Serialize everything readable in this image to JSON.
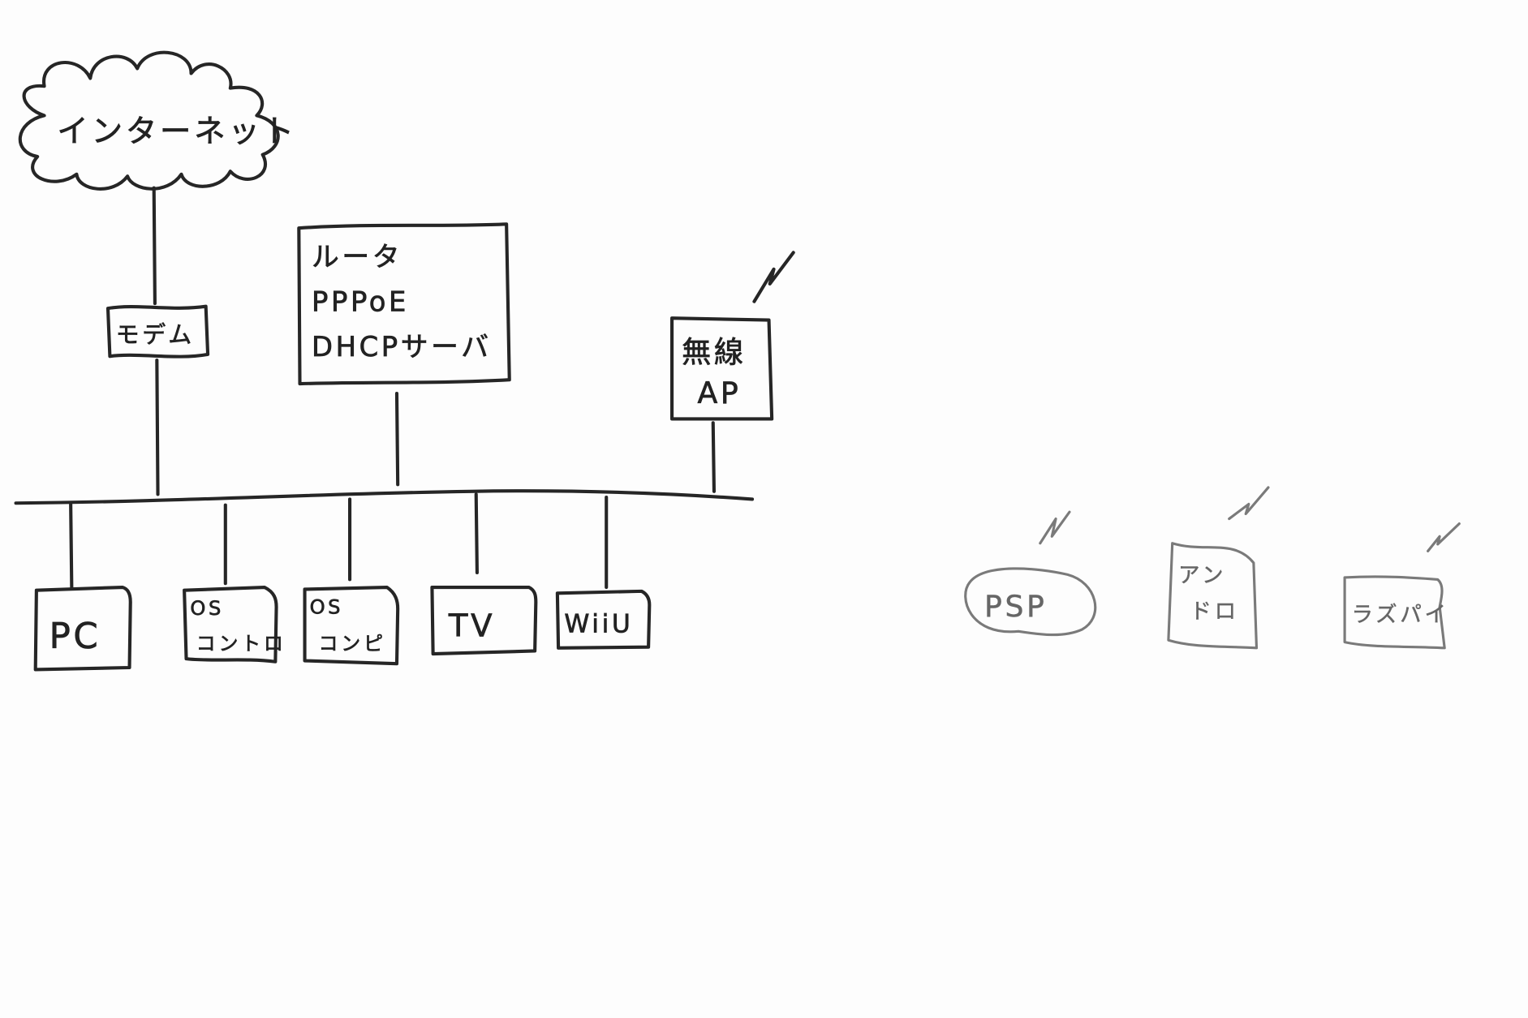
{
  "diagram": {
    "internet": {
      "label": "インターネット"
    },
    "modem": {
      "label": "モデム"
    },
    "router": {
      "lines": [
        "ルータ",
        "PPPoE",
        "DHCPサーバ"
      ]
    },
    "wireless_ap": {
      "lines": [
        "無線",
        "AP"
      ]
    },
    "wired_devices": [
      {
        "lines": [
          "PC"
        ]
      },
      {
        "lines": [
          "OS",
          "コントロ"
        ]
      },
      {
        "lines": [
          "OS",
          "コンピ"
        ]
      },
      {
        "lines": [
          "TV"
        ]
      },
      {
        "lines": [
          "WiiU"
        ]
      }
    ],
    "wireless_devices": [
      {
        "lines": [
          "PSP"
        ]
      },
      {
        "lines": [
          "アン",
          "ドロ"
        ]
      },
      {
        "lines": [
          "ラズパイ"
        ]
      }
    ],
    "colors": {
      "ink": "#262626",
      "pencil": "#7a7a7a",
      "paper": "#fdfdfd"
    }
  }
}
